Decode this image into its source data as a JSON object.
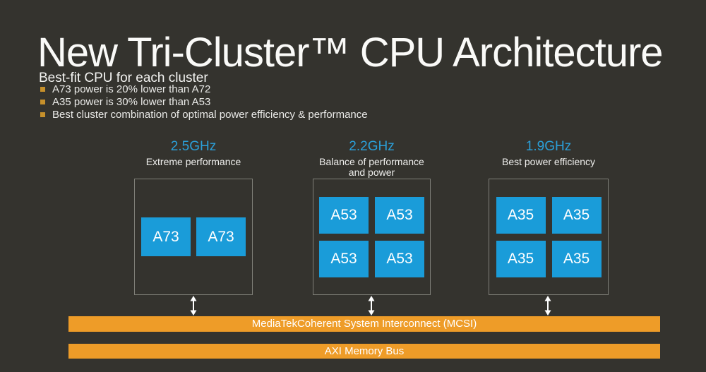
{
  "slide": {
    "title": "New Tri-Cluster™ CPU Architecture",
    "subtitle": "Best-fit CPU for each cluster",
    "bullets": [
      "A73 power is 20% lower than A72",
      "A35 power is 30% lower than A53",
      "Best cluster combination of optimal power efficiency & performance"
    ]
  },
  "clusters": [
    {
      "frequency": "2.5GHz",
      "description": "Extreme performance",
      "cores": [
        "A73",
        "A73"
      ]
    },
    {
      "frequency": "2.2GHz",
      "description": "Balance of performance and power",
      "cores": [
        "A53",
        "A53",
        "A53",
        "A53"
      ]
    },
    {
      "frequency": "1.9GHz",
      "description": "Best power efficiency",
      "cores": [
        "A35",
        "A35",
        "A35",
        "A35"
      ]
    }
  ],
  "buses": [
    "MediaTekCoherent System Interconnect (MCSI)",
    "AXI Memory Bus"
  ],
  "colors": {
    "background": "#34332E",
    "core-blue": "#1A9CD9",
    "frequency-blue": "#2B9FD8",
    "bus-orange": "#EE9C28",
    "bullet-orange": "#C6902B",
    "box-border": "#7F7F78",
    "text-white": "#F2F2F0"
  }
}
